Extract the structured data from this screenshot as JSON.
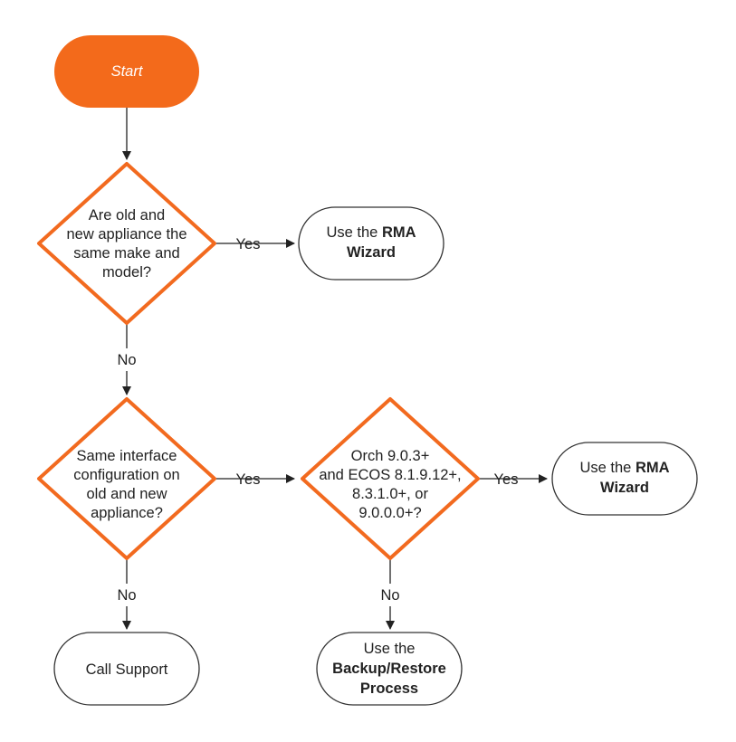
{
  "colors": {
    "accent": "#F26A1F",
    "start_fill": "#F36A1B",
    "start_text": "#FFFFFF",
    "line": "#222222",
    "node_stroke": "#333333",
    "background": "#FFFFFF"
  },
  "nodes": {
    "start": {
      "label": "Start"
    },
    "decision1": {
      "lines": [
        "Are old and",
        "new appliance the",
        "same make and",
        "model?"
      ]
    },
    "rma1": {
      "line1_prefix": "Use the ",
      "line1_bold": "RMA",
      "line2_bold": "Wizard"
    },
    "decision2": {
      "lines": [
        "Same interface",
        "configuration on",
        "old and new",
        "appliance?"
      ]
    },
    "decision3": {
      "lines": [
        "Orch 9.0.3+",
        "and ECOS 8.1.9.12+,",
        "8.3.1.0+, or",
        "9.0.0.0+?"
      ]
    },
    "rma2": {
      "line1_prefix": "Use the ",
      "line1_bold": "RMA",
      "line2_bold": "Wizard"
    },
    "call_support": {
      "label": "Call Support"
    },
    "backup": {
      "line1": "Use the",
      "line2_bold": "Backup/Restore",
      "line3_bold": "Process"
    }
  },
  "edges": {
    "yes1": "Yes",
    "no1": "No",
    "yes2": "Yes",
    "yes3": "Yes",
    "no2": "No",
    "no3": "No"
  }
}
